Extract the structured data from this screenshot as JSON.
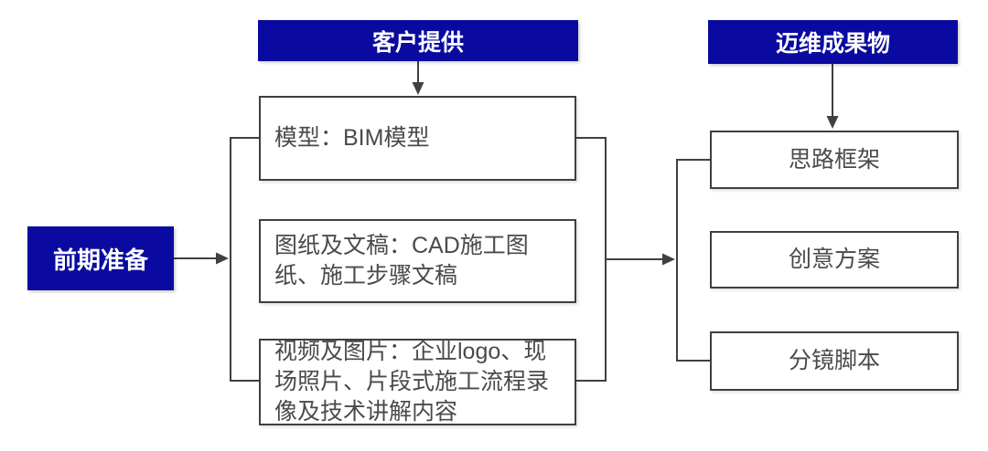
{
  "diagram": {
    "title_implicit": "",
    "stage": {
      "label": "前期准备"
    },
    "client_column": {
      "header": "客户提供",
      "items": [
        {
          "label": "模型：BIM模型"
        },
        {
          "label": "图纸及文稿：CAD施工图纸、施工步骤文稿"
        },
        {
          "label": "视频及图片：企业logo、现场照片、片段式施工流程录像及技术讲解内容"
        }
      ]
    },
    "deliverable_column": {
      "header": "迈维成果物",
      "items": [
        {
          "label": "思路框架"
        },
        {
          "label": "创意方案"
        },
        {
          "label": "分镜脚本"
        }
      ]
    },
    "colors": {
      "header_bg": "#0a0aa0",
      "header_text": "#ffffff",
      "box_border": "#3f3f3f",
      "box_text": "#4a4a4a",
      "connector": "#404040",
      "background": "#ffffff"
    }
  }
}
